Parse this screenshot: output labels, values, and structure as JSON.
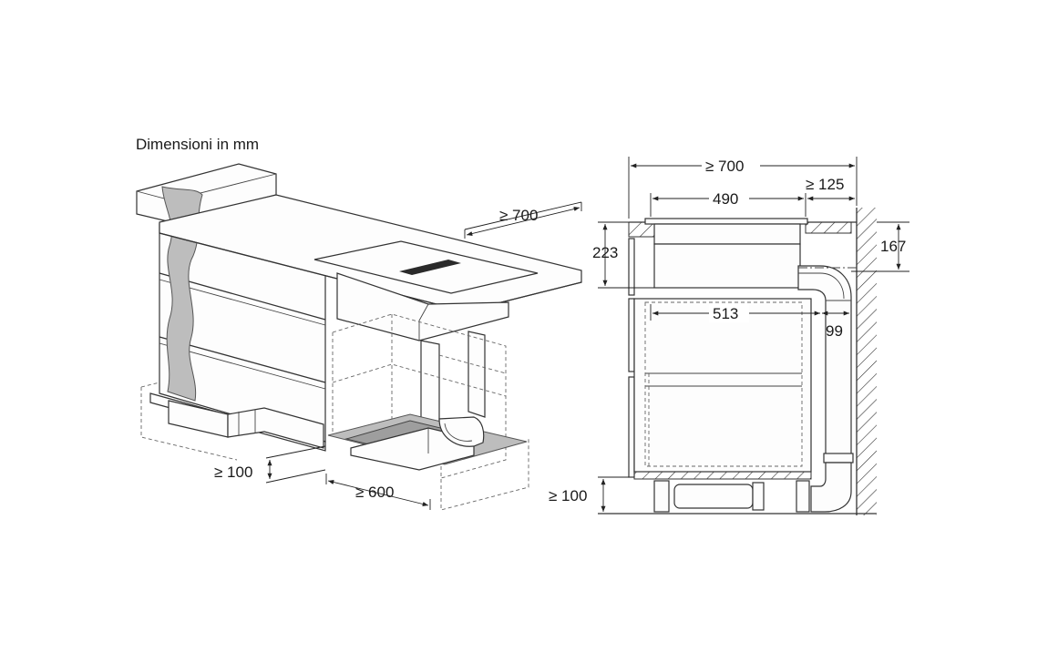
{
  "title": "Dimensioni in mm",
  "left_view": {
    "dim_depth": "≥ 700",
    "dim_floor": "≥ 100",
    "dim_width": "≥ 600"
  },
  "right_view": {
    "dim_total_depth": "≥ 700",
    "dim_hob_depth": "490",
    "dim_rear_gap": "≥ 125",
    "dim_worktop_height": "223",
    "dim_duct_height": "167",
    "dim_inner_depth": "513",
    "dim_duct_width": "99",
    "dim_floor": "≥ 100"
  },
  "colors": {
    "line": "#333333",
    "shade": "#bdbdbd",
    "background": "#ffffff"
  }
}
